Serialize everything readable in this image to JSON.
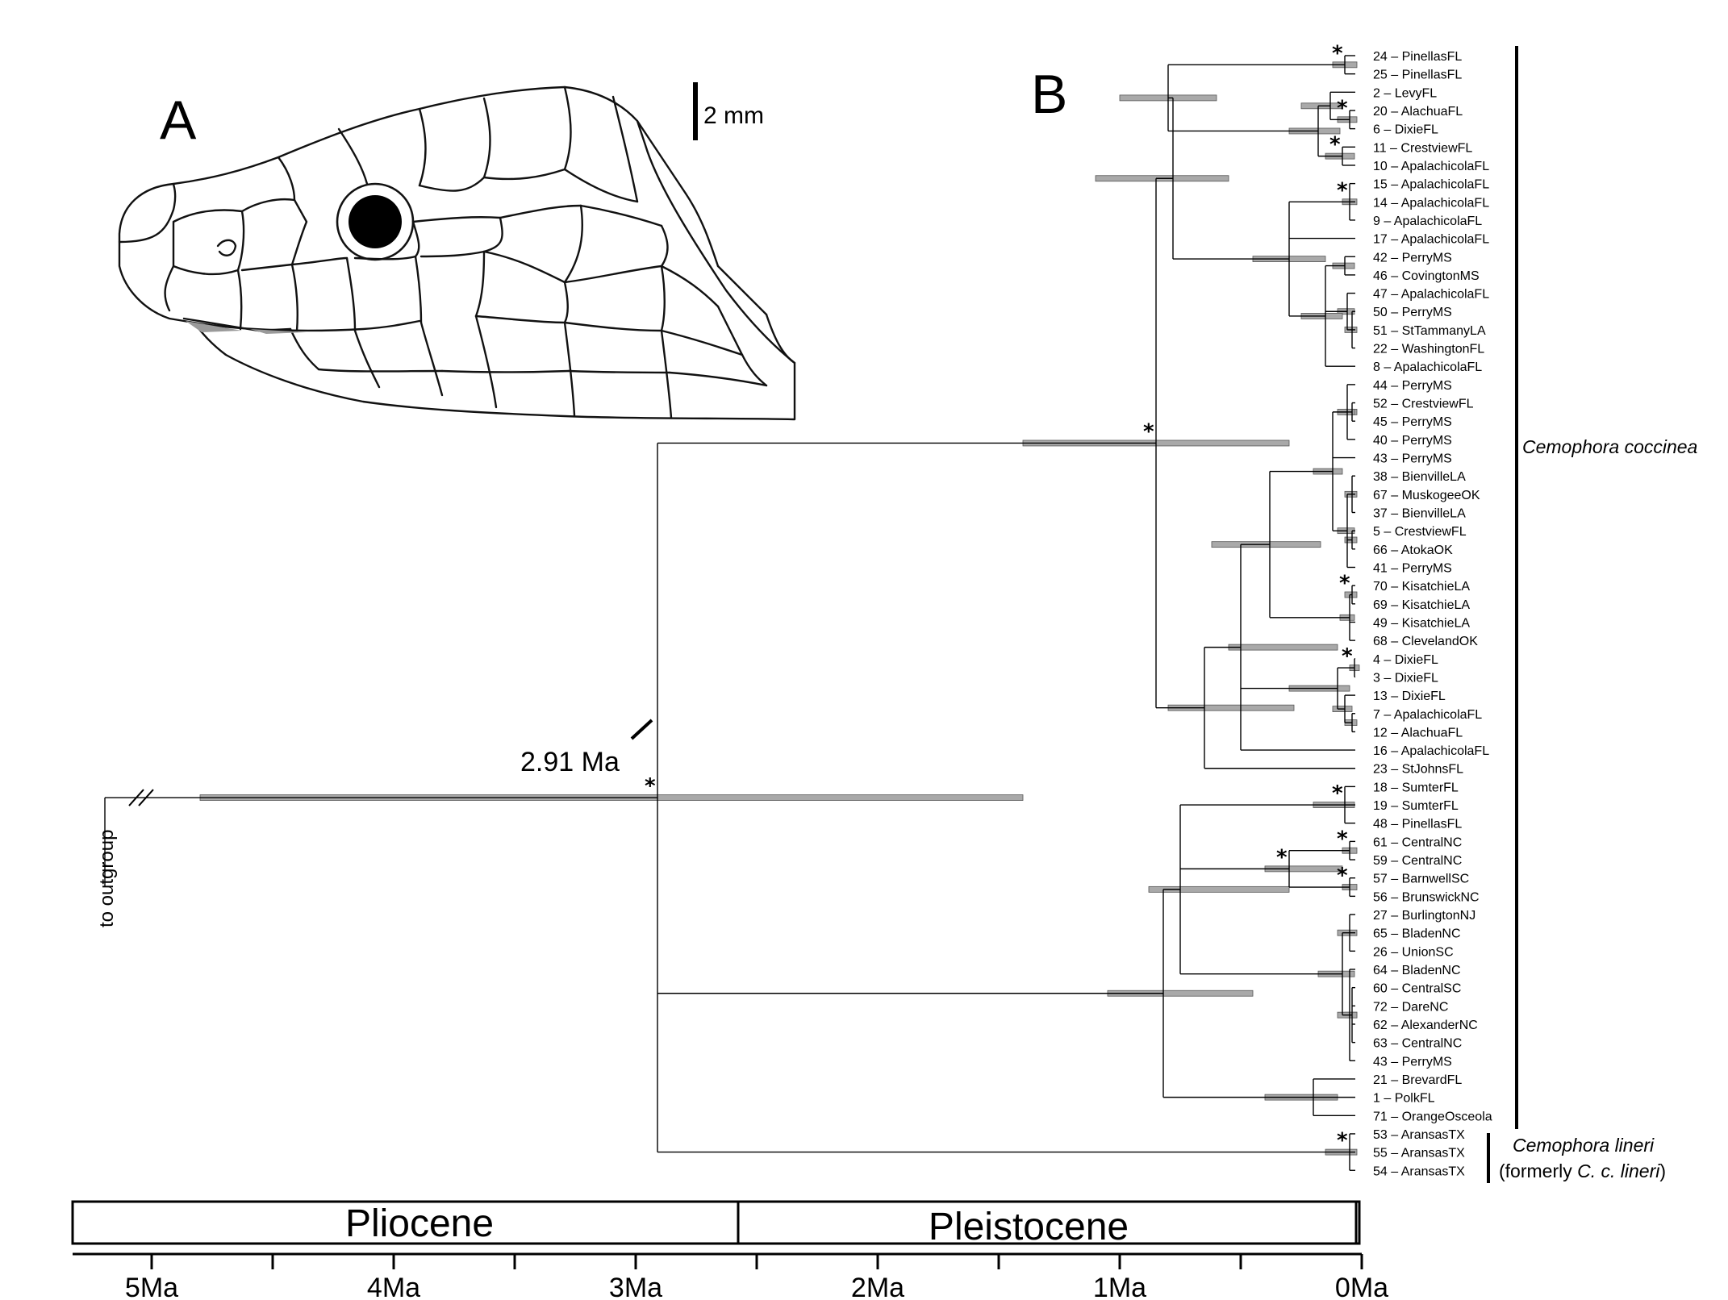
{
  "panels": {
    "a_label": "A",
    "b_label": "B"
  },
  "scale_bar": {
    "label": "2 mm"
  },
  "root": {
    "age_label": "2.91 Ma",
    "outgroup_label": "to outgroup"
  },
  "taxa": [
    "24 – PinellasFL",
    "25 – PinellasFL",
    "2 – LevyFL",
    "20 – AlachuaFL",
    "6 – DixieFL",
    "11 – CrestviewFL",
    "10 – ApalachicolaFL",
    "15 – ApalachicolaFL",
    "14 – ApalachicolaFL",
    "9 – ApalachicolaFL",
    "17 – ApalachicolaFL",
    "42 – PerryMS",
    "46 – CovingtonMS",
    "47 – ApalachicolaFL",
    "50 – PerryMS",
    "51 – StTammanyLA",
    "22 – WashingtonFL",
    "8 – ApalachicolaFL",
    "44 – PerryMS",
    "52 – CrestviewFL",
    "45 – PerryMS",
    "40 – PerryMS",
    "43 – PerryMS",
    "38 – BienvilleLA",
    "67 – MuskogeeOK",
    "37 – BienvilleLA",
    "5 – CrestviewFL",
    "66 – AtokaOK",
    "41 – PerryMS",
    "70 – KisatchieLA",
    "69 – KisatchieLA",
    "49 – KisatchieLA",
    "68 – ClevelandOK",
    "4 – DixieFL",
    "3 – DixieFL",
    "13 – DixieFL",
    "7 – ApalachicolaFL",
    "12 – AlachuaFL",
    "16 – ApalachicolaFL",
    "23 – StJohnsFL",
    "18 – SumterFL",
    "19 – SumterFL",
    "48 – PinellasFL",
    "61 – CentralNC",
    "59 – CentralNC",
    "57 – BarnwellSC",
    "56 – BrunswickNC",
    "27 – BurlingtonNJ",
    "65 – BladenNC",
    "26 – UnionSC",
    "64 – BladenNC",
    "60 – CentralSC",
    "72 – DareNC",
    "62 – AlexanderNC",
    "63 – CentralNC",
    "43 – PerryMS",
    "21 – BrevardFL",
    "1 – PolkFL",
    "71 – OrangeOsceola",
    "53 – AransasTX",
    "55 – AransasTX",
    "54 – AransasTX"
  ],
  "clades": {
    "coccinea": "Cemophora coccinea",
    "lineri_name": "Cemophora lineri",
    "lineri_prefix": "(formerly ",
    "lineri_abbrev": "C. c. lineri",
    "lineri_suffix": ")"
  },
  "support_marker": "*",
  "timescale": {
    "epochs": [
      "Pliocene",
      "Pleistocene"
    ],
    "ticks": [
      "5Ma",
      "4Ma",
      "3Ma",
      "2Ma",
      "1Ma",
      "0Ma"
    ]
  }
}
